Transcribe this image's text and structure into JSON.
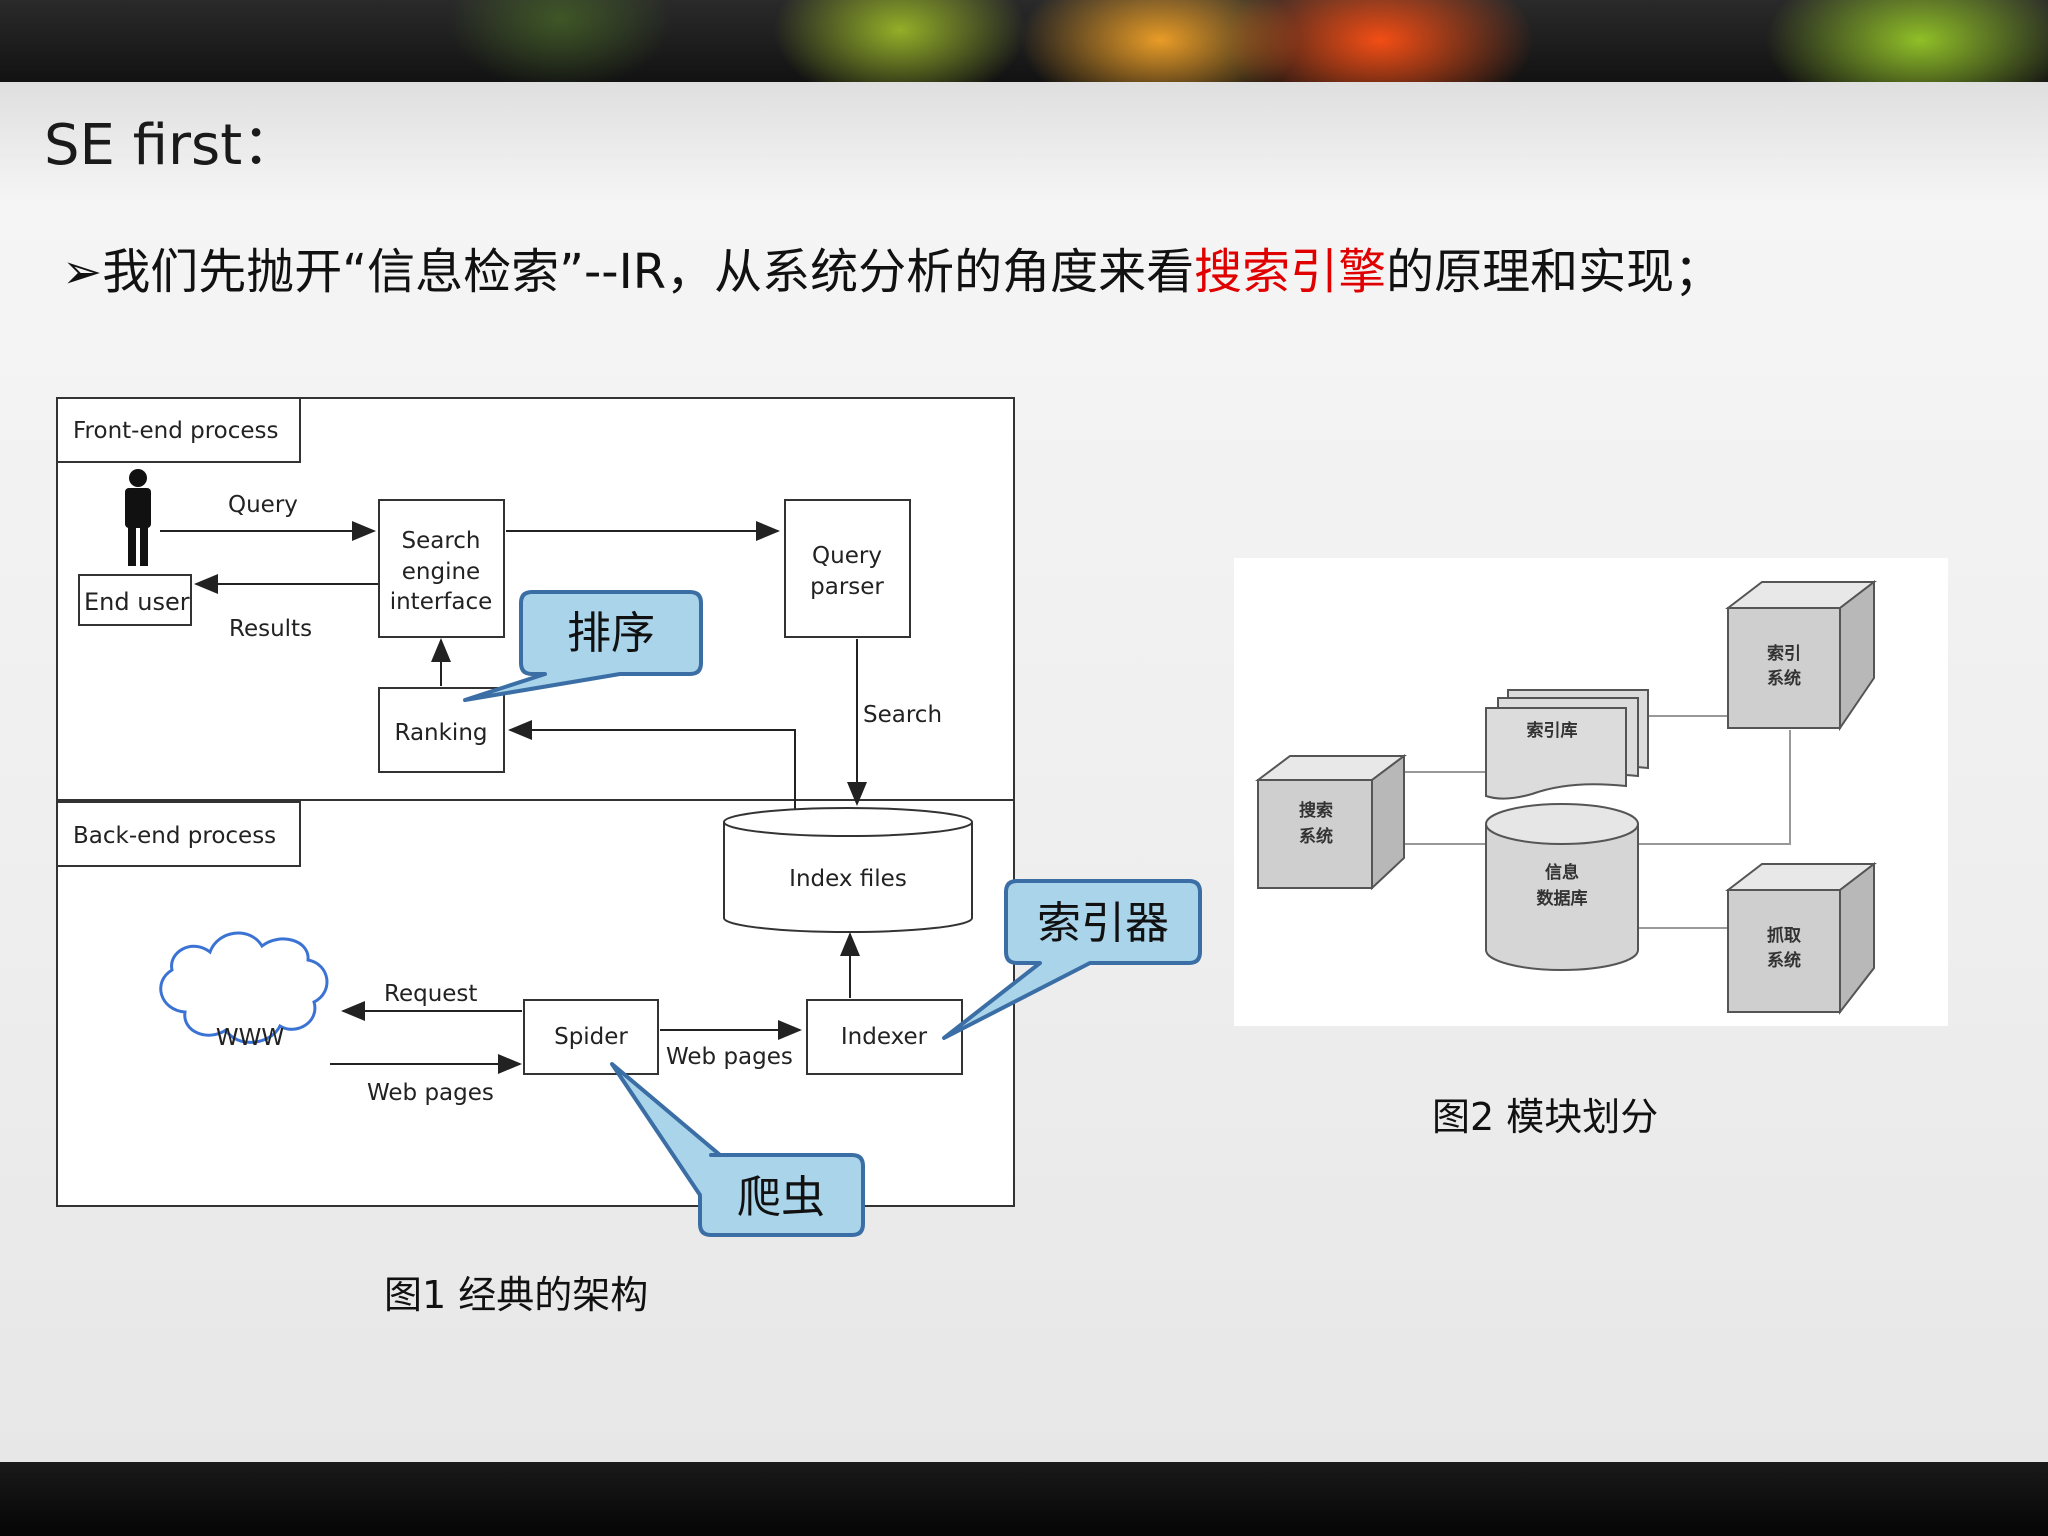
{
  "slide": {
    "title": "SE first：",
    "bullet_marker": "➢",
    "bullet_before": "我们先抛开“信息检索”--IR，从系统分析的角度来看",
    "bullet_highlight": "搜索引擎",
    "bullet_after": "的原理和实现；",
    "highlight_color": "#e00000"
  },
  "figure1": {
    "caption": "图1 经典的架构",
    "front_label": "Front-end process",
    "back_label": "Back-end process",
    "end_user": "End user",
    "query": "Query",
    "results": "Results",
    "search_interface": [
      "Search",
      "engine",
      "interface"
    ],
    "query_parser": [
      "Query",
      "parser"
    ],
    "search": "Search",
    "ranking": "Ranking",
    "index_files": "Index files",
    "www": "WWW",
    "request": "Request",
    "web_pages_in": "Web pages",
    "spider": "Spider",
    "web_pages_out": "Web pages",
    "indexer": "Indexer"
  },
  "callouts": {
    "ranking": "排序",
    "indexer": "索引器",
    "spider": "爬虫",
    "fill": "#a9d4ea",
    "stroke": "#3a6ea5"
  },
  "figure2": {
    "caption": "图2 模块划分",
    "index_system": [
      "索引",
      "系统"
    ],
    "index_lib": "索引库",
    "search_system": [
      "搜索",
      "系统"
    ],
    "info_db": [
      "信息",
      "数据库"
    ],
    "crawl_system": [
      "抓取",
      "系统"
    ]
  }
}
